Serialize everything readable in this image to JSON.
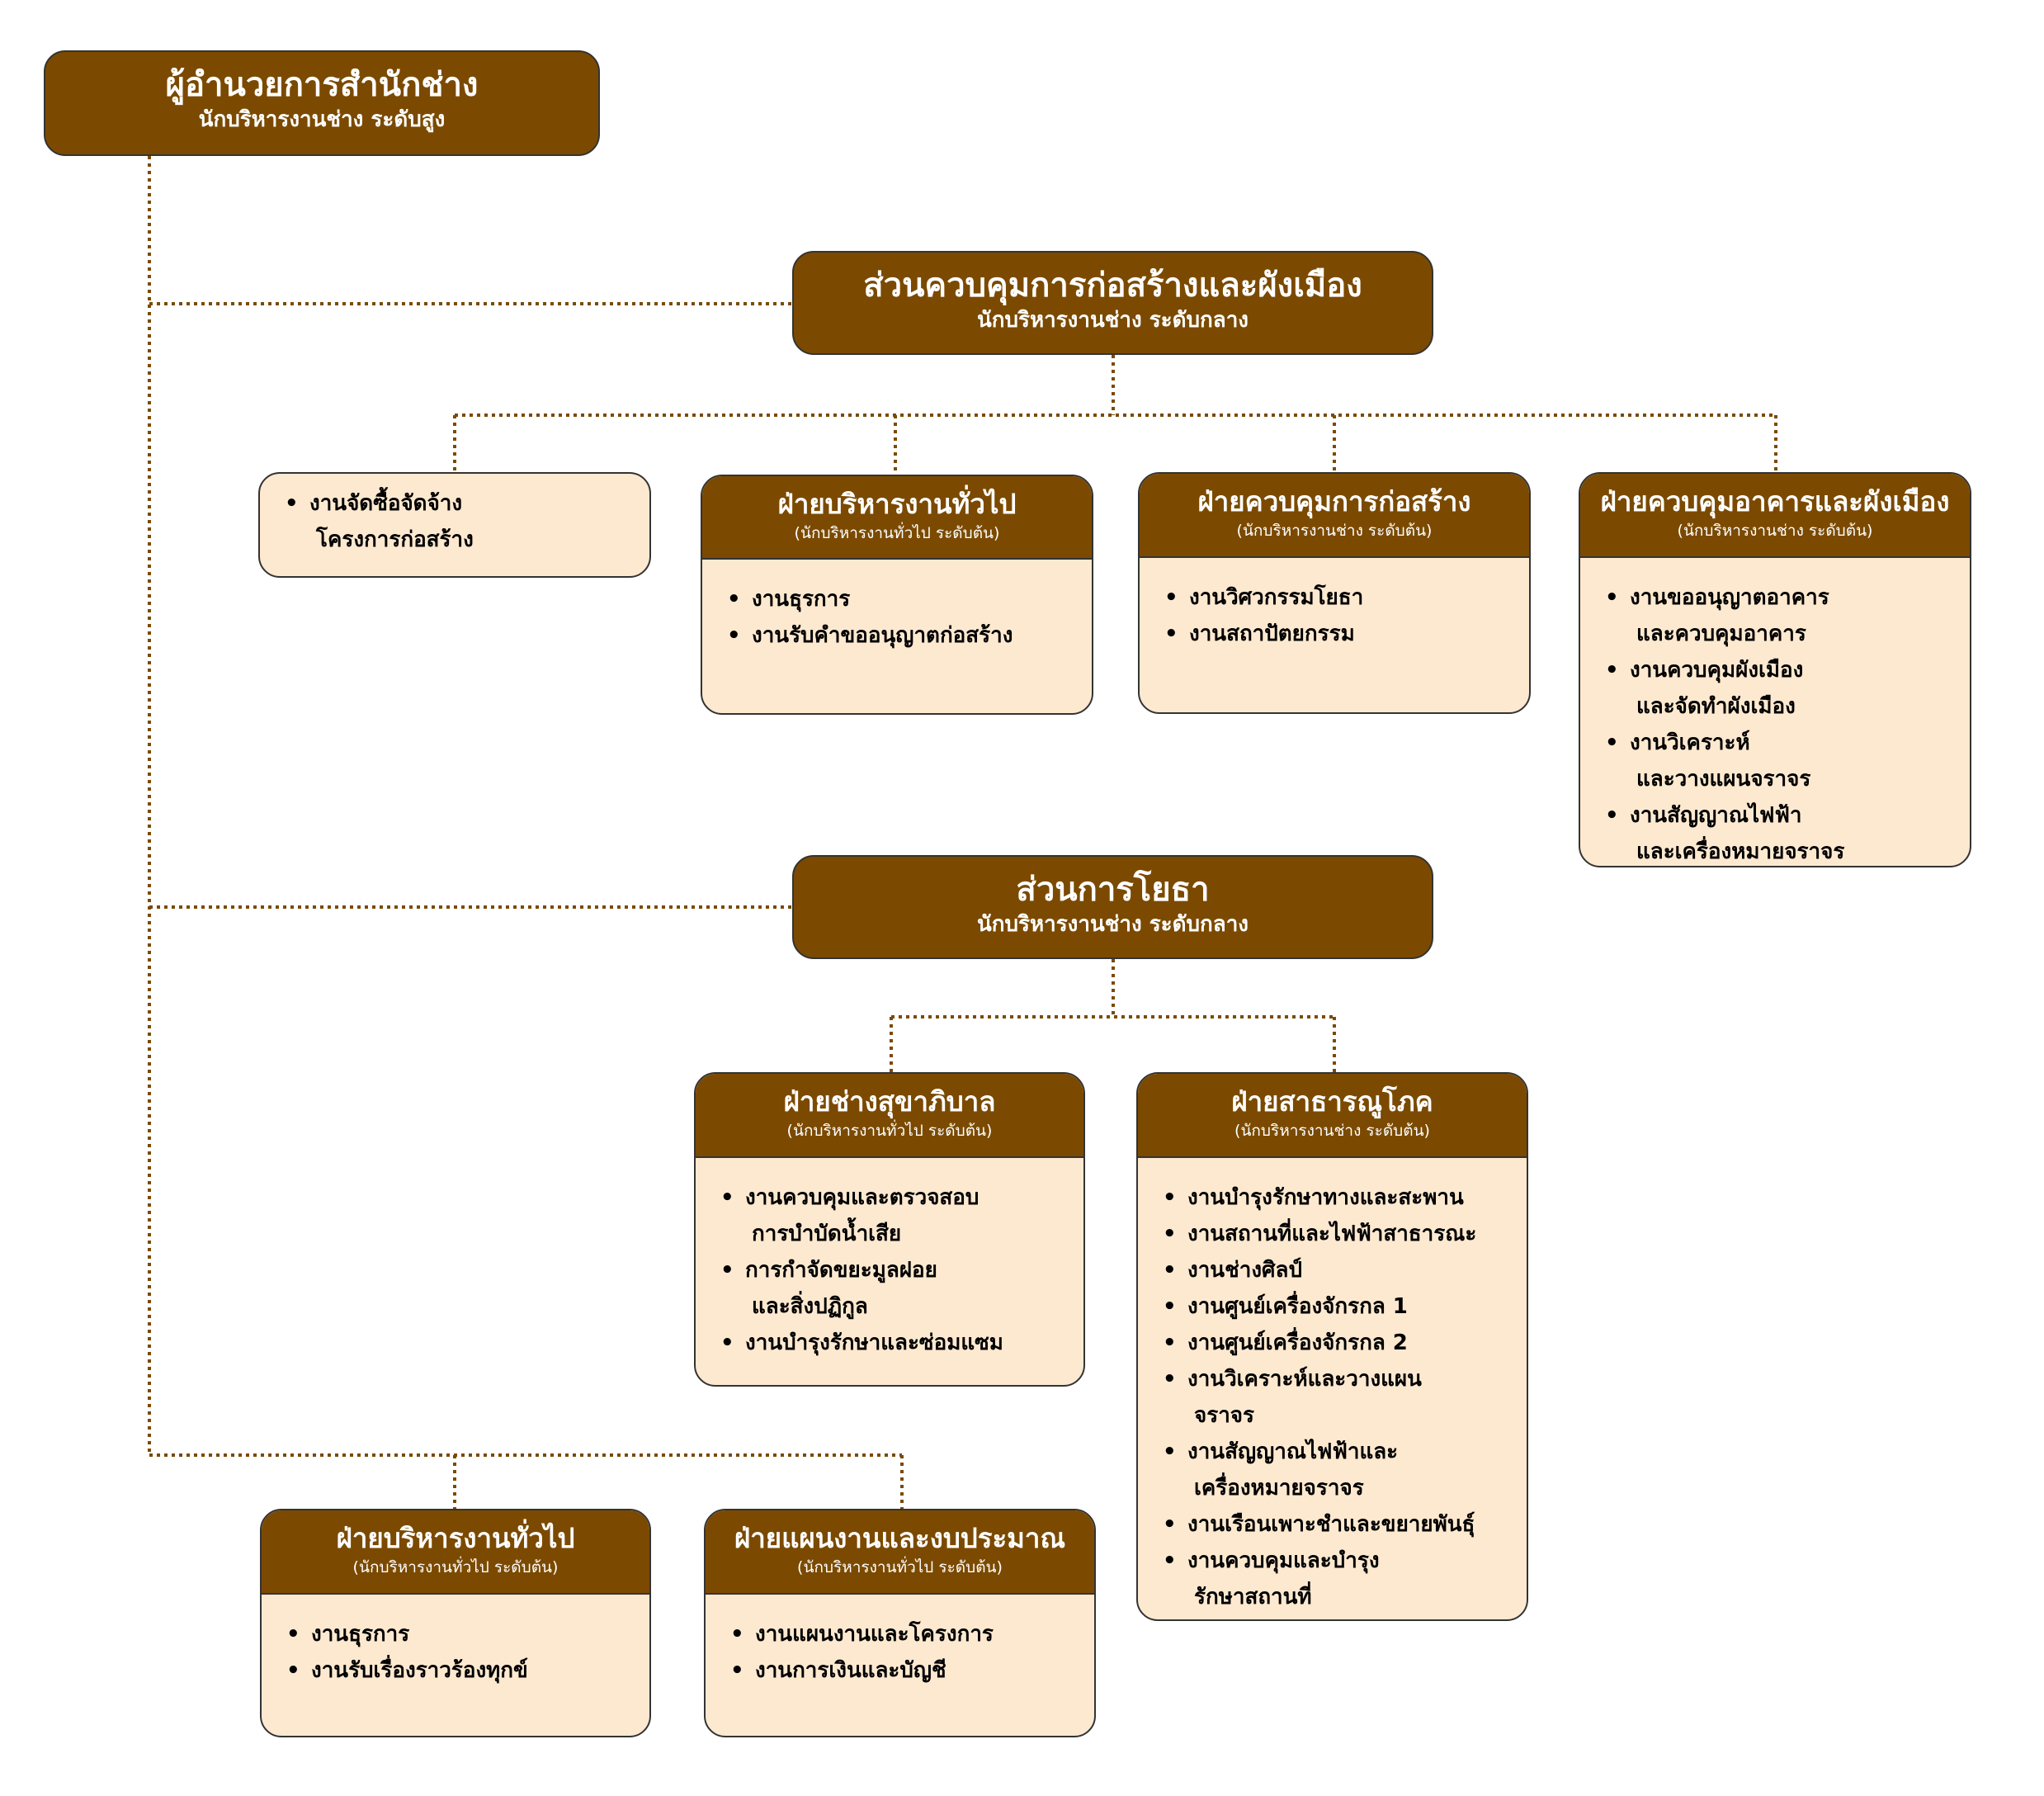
{
  "colors": {
    "header": "#7B4A00",
    "body": "#FDE9D0",
    "connector": "#7B4A00",
    "border": "#333333"
  },
  "director": {
    "title": "ผู้อำนวยการสำนักช่าง",
    "subtitle": "นักบริหารงานช่าง ระดับสูง"
  },
  "divisions": [
    {
      "title": "ส่วนควบคุมการก่อสร้างและผังเมือง",
      "subtitle": "นักบริหารงานช่าง ระดับกลาง"
    },
    {
      "title": "ส่วนการโยธา",
      "subtitle": "นักบริหารงานช่าง ระดับกลาง"
    }
  ],
  "units": [
    {
      "title": "",
      "subtitle": "",
      "items": [
        [
          "งานจัดซื้อจัดจ้าง",
          "โครงการก่อสร้าง"
        ]
      ]
    },
    {
      "title": "ฝ่ายบริหารงานทั่วไป",
      "subtitle": "(นักบริหารงานทั่วไป ระดับต้น)",
      "items": [
        [
          "งานธุรการ"
        ],
        [
          "งานรับคำขออนุญาตก่อสร้าง"
        ]
      ]
    },
    {
      "title": "ฝ่ายควบคุมการก่อสร้าง",
      "subtitle": "(นักบริหารงานช่าง ระดับต้น)",
      "items": [
        [
          "งานวิศวกรรมโยธา"
        ],
        [
          "งานสถาปัตยกรรม"
        ]
      ]
    },
    {
      "title": "ฝ่ายควบคุมอาคารและผังเมือง",
      "subtitle": "(นักบริหารงานช่าง ระดับต้น)",
      "items": [
        [
          "งานขออนุญาตอาคาร",
          "และควบคุมอาคาร"
        ],
        [
          "งานควบคุมผังเมือง",
          "และจัดทำผังเมือง"
        ],
        [
          "งานวิเคราะห์",
          "และวางแผนจราจร"
        ],
        [
          "งานสัญญาณไฟฟ้า",
          "และเครื่องหมายจราจร"
        ]
      ]
    },
    {
      "title": "ฝ่ายช่างสุขาภิบาล",
      "subtitle": "(นักบริหารงานทั่วไป ระดับต้น)",
      "items": [
        [
          "งานควบคุมและตรวจสอบ",
          "การบำบัดน้ำเสีย"
        ],
        [
          "การกำจัดขยะมูลฝอย",
          "และสิ่งปฏิกูล"
        ],
        [
          "งานบำรุงรักษาและซ่อมแซม"
        ]
      ]
    },
    {
      "title": "ฝ่ายสาธารณูโภค",
      "subtitle": "(นักบริหารงานช่าง ระดับต้น)",
      "items": [
        [
          "งานบำรุงรักษาทางและสะพาน"
        ],
        [
          "งานสถานที่และไฟฟ้าสาธารณะ"
        ],
        [
          "งานช่างศิลป์"
        ],
        [
          "งานศูนย์เครื่องจักรกล 1"
        ],
        [
          "งานศูนย์เครื่องจักรกล 2"
        ],
        [
          "งานวิเคราะห์และวางแผน",
          "จราจร"
        ],
        [
          "งานสัญญาณไฟฟ้าและ",
          "เครื่องหมายจราจร"
        ],
        [
          "งานเรือนเพาะชำและขยายพันธุ์"
        ],
        [
          "งานควบคุมและบำรุง",
          "รักษาสถานที่"
        ]
      ]
    },
    {
      "title": "ฝ่ายบริหารงานทั่วไป",
      "subtitle": "(นักบริหารงานทั่วไป ระดับต้น)",
      "items": [
        [
          "งานธุรการ"
        ],
        [
          "งานรับเรื่องราวร้องทุกข์"
        ]
      ]
    },
    {
      "title": "ฝ่ายแผนงานและงบประมาณ",
      "subtitle": "(นักบริหารงานทั่วไป ระดับต้น)",
      "items": [
        [
          "งานแผนงานและโครงการ"
        ],
        [
          "งานการเงินและบัญชี"
        ]
      ]
    }
  ]
}
